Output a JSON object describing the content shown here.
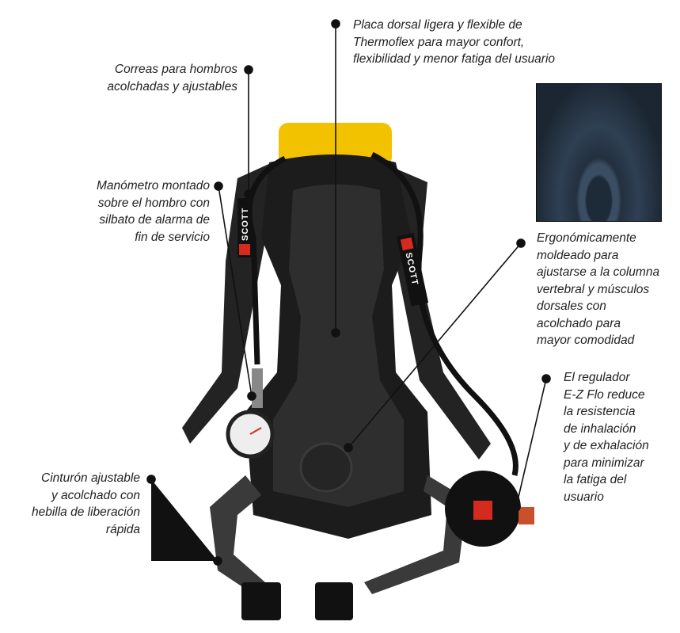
{
  "callouts": {
    "placa": [
      "Placa dorsal ligera y flexible de",
      "Thermoflex para mayor confort,",
      "flexibilidad y menor fatiga del usuario"
    ],
    "correas": [
      "Correas para hombros",
      "acolchadas y ajustables"
    ],
    "manometro": [
      "Manómetro montado",
      "sobre el hombro con",
      "silbato de alarma de",
      "fin de servicio"
    ],
    "ergonomico": [
      "Ergonómicamente",
      "moldeado para",
      "ajustarse a la columna",
      "vertebral y músculos",
      "dorsales con",
      "acolchado para",
      "mayor comodidad"
    ],
    "regulador": [
      "El regulador",
      "E-Z Flo reduce",
      "la resistencia",
      "de inhalación",
      "y de exhalación",
      "para minimizar",
      "la fatiga del",
      "usuario"
    ],
    "cinturon": [
      "Cinturón ajustable",
      "y acolchado con",
      "hebilla de liberación",
      "rápida"
    ]
  },
  "brand": "SCOTT",
  "colors": {
    "cylinder": "#f2c200",
    "harness": "#1e1e1e",
    "brand_red": "#d52b1e",
    "text": "#222222"
  }
}
